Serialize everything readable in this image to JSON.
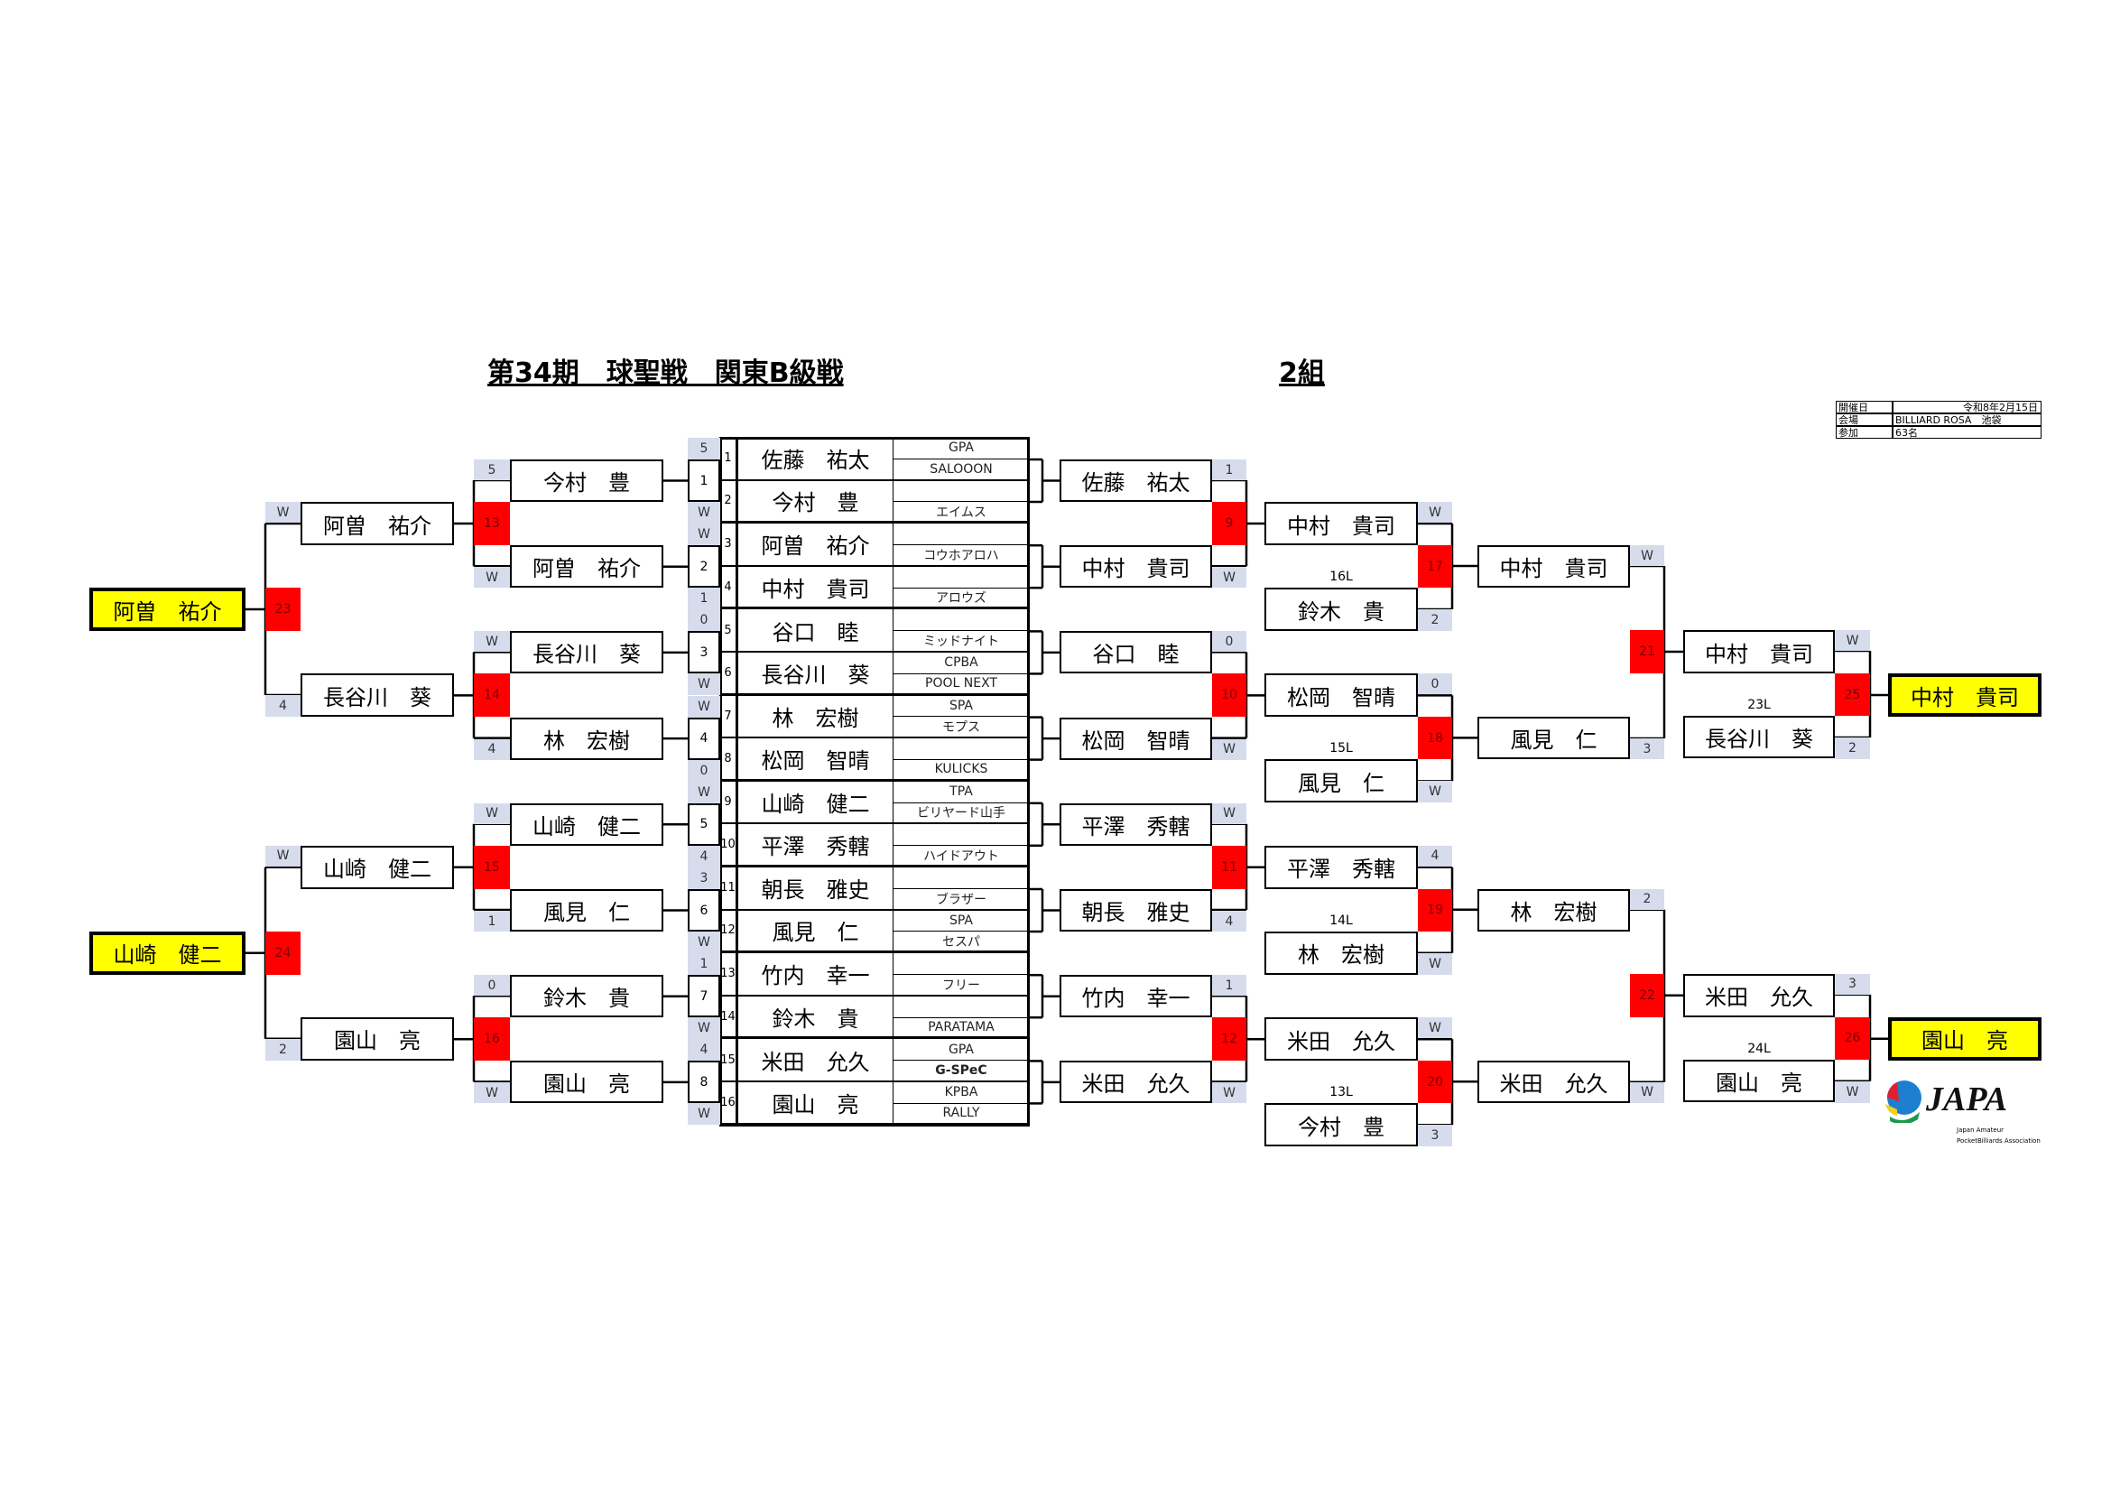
{
  "title": "第34期　球聖戦　関東B級戦",
  "group": "2組",
  "info": [
    {
      "label": "開催日",
      "value": "令和8年2月15日"
    },
    {
      "label": "会場",
      "value": "BILLIARD ROSA　池袋"
    },
    {
      "label": "参加",
      "value": "63名"
    }
  ],
  "entrants": [
    {
      "seed": "1",
      "name": "佐藤　祐太",
      "club1": "GPA",
      "club2": "SALOOON"
    },
    {
      "seed": "2",
      "name": "今村　豊",
      "club1": "",
      "club2": "エイムス"
    },
    {
      "seed": "3",
      "name": "阿曽　祐介",
      "club1": "",
      "club2": "コウホアロハ"
    },
    {
      "seed": "4",
      "name": "中村　貴司",
      "club1": "",
      "club2": "アロウズ"
    },
    {
      "seed": "5",
      "name": "谷口　睦",
      "club1": "",
      "club2": "ミッドナイト"
    },
    {
      "seed": "6",
      "name": "長谷川　葵",
      "club1": "CPBA",
      "club2": "POOL NEXT"
    },
    {
      "seed": "7",
      "name": "林　宏樹",
      "club1": "SPA",
      "club2": "モプス"
    },
    {
      "seed": "8",
      "name": "松岡　智晴",
      "club1": "",
      "club2": "KULICKS"
    },
    {
      "seed": "9",
      "name": "山崎　健二",
      "club1": "TPA",
      "club2": "ビリヤード山手"
    },
    {
      "seed": "10",
      "name": "平澤　秀轄",
      "club1": "",
      "club2": "ハイドアウト"
    },
    {
      "seed": "11",
      "name": "朝長　雅史",
      "club1": "",
      "club2": "ブラザー"
    },
    {
      "seed": "12",
      "name": "風見　仁",
      "club1": "SPA",
      "club2": "セスパ"
    },
    {
      "seed": "13",
      "name": "竹内　幸一",
      "club1": "",
      "club2": "フリー"
    },
    {
      "seed": "14",
      "name": "鈴木　貴",
      "club1": "",
      "club2": "PARATAMA"
    },
    {
      "seed": "15",
      "name": "米田　允久",
      "club1": "GPA",
      "club2": "G-SPeC"
    },
    {
      "seed": "16",
      "name": "園山　亮",
      "club1": "KPBA",
      "club2": "RALLY"
    }
  ],
  "round1": [
    {
      "match": "1",
      "top": "5",
      "bottom": "W"
    },
    {
      "match": "2",
      "top": "W",
      "bottom": "1"
    },
    {
      "match": "3",
      "top": "0",
      "bottom": "W"
    },
    {
      "match": "4",
      "top": "W",
      "bottom": "0"
    },
    {
      "match": "5",
      "top": "W",
      "bottom": "4"
    },
    {
      "match": "6",
      "top": "3",
      "bottom": "W"
    },
    {
      "match": "7",
      "top": "1",
      "bottom": "W"
    },
    {
      "match": "8",
      "top": "4",
      "bottom": "W"
    }
  ],
  "left": {
    "r1": [
      {
        "match": "13",
        "top": {
          "name": "今村　豊",
          "score": "5"
        },
        "bottom": {
          "name": "阿曽　祐介",
          "score": "W"
        }
      },
      {
        "match": "14",
        "top": {
          "name": "長谷川　葵",
          "score": "W"
        },
        "bottom": {
          "name": "林　宏樹",
          "score": "4"
        }
      },
      {
        "match": "15",
        "top": {
          "name": "山崎　健二",
          "score": "W"
        },
        "bottom": {
          "name": "風見　仁",
          "score": "1"
        }
      },
      {
        "match": "16",
        "top": {
          "name": "鈴木　貴",
          "score": "0"
        },
        "bottom": {
          "name": "園山　亮",
          "score": "W"
        }
      }
    ],
    "r2": [
      {
        "match": "23",
        "top": {
          "name": "阿曽　祐介",
          "score": "W"
        },
        "bottom": {
          "name": "長谷川　葵",
          "score": "4"
        },
        "winner": "阿曽　祐介"
      },
      {
        "match": "24",
        "top": {
          "name": "山崎　健二",
          "score": "W"
        },
        "bottom": {
          "name": "園山　亮",
          "score": "2"
        },
        "winner": "山崎　健二"
      }
    ]
  },
  "right": {
    "r1": [
      {
        "match": "9",
        "top": {
          "name": "佐藤　祐太",
          "score": "1"
        },
        "bottom": {
          "name": "中村　貴司",
          "score": "W"
        }
      },
      {
        "match": "10",
        "top": {
          "name": "谷口　睦",
          "score": "0"
        },
        "bottom": {
          "name": "松岡　智晴",
          "score": "W"
        }
      },
      {
        "match": "11",
        "top": {
          "name": "平澤　秀轄",
          "score": "W"
        },
        "bottom": {
          "name": "朝長　雅史",
          "score": "4"
        }
      },
      {
        "match": "12",
        "top": {
          "name": "竹内　幸一",
          "score": "1"
        },
        "bottom": {
          "name": "米田　允久",
          "score": "W"
        }
      }
    ],
    "r2": [
      {
        "match": "17",
        "top": {
          "name": "中村　貴司",
          "score": "W"
        },
        "bottom": {
          "name": "鈴木　貴",
          "score": "2",
          "from": "16L"
        }
      },
      {
        "match": "18",
        "top": {
          "name": "松岡　智晴",
          "score": "0"
        },
        "bottom": {
          "name": "風見　仁",
          "score": "W",
          "from": "15L"
        }
      },
      {
        "match": "19",
        "top": {
          "name": "平澤　秀轄",
          "score": "4"
        },
        "bottom": {
          "name": "林　宏樹",
          "score": "W",
          "from": "14L"
        }
      },
      {
        "match": "20",
        "top": {
          "name": "米田　允久",
          "score": "W"
        },
        "bottom": {
          "name": "今村　豊",
          "score": "3",
          "from": "13L"
        }
      }
    ],
    "r3": [
      {
        "match": "21",
        "top": {
          "name": "中村　貴司",
          "score": "W"
        },
        "bottom": {
          "name": "風見　仁",
          "score": "3"
        }
      },
      {
        "match": "22",
        "top": {
          "name": "林　宏樹",
          "score": "2"
        },
        "bottom": {
          "name": "米田　允久",
          "score": "W"
        }
      }
    ],
    "r4": [
      {
        "match": "25",
        "top": {
          "name": "中村　貴司",
          "score": "W"
        },
        "bottom": {
          "name": "長谷川　葵",
          "score": "2",
          "from": "23L"
        },
        "winner": "中村　貴司"
      },
      {
        "match": "26",
        "top": {
          "name": "米田　允久",
          "score": "3"
        },
        "bottom": {
          "name": "園山　亮",
          "score": "W",
          "from": "24L"
        },
        "winner": "園山　亮"
      }
    ]
  },
  "logo": {
    "text": "JAPA",
    "line1": "Japan Amateur",
    "line2": "PocketBilliards Association"
  },
  "colors": {
    "score_bg": "#d6dcec",
    "match_red": "#ff0000",
    "winner_yellow": "#ffff00"
  }
}
